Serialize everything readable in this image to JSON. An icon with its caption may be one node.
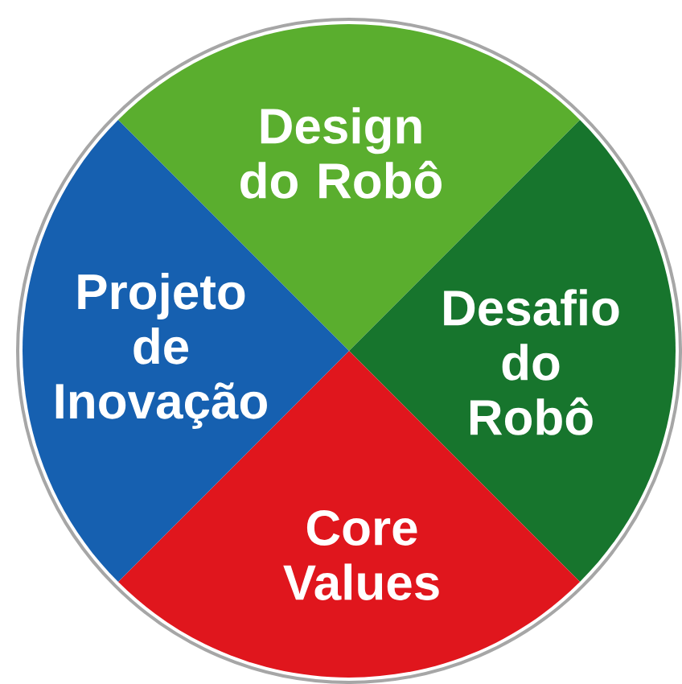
{
  "diagram": {
    "nodes": [
      {
        "text": [
          "Design do Robô"
        ]
      },
      {
        "text": [
          "Desafio do Robô"
        ]
      },
      {
        "text": [
          "Core Values"
        ]
      },
      {
        "text": [
          "Projeto de Inovação"
        ]
      }
    ]
  }
}
